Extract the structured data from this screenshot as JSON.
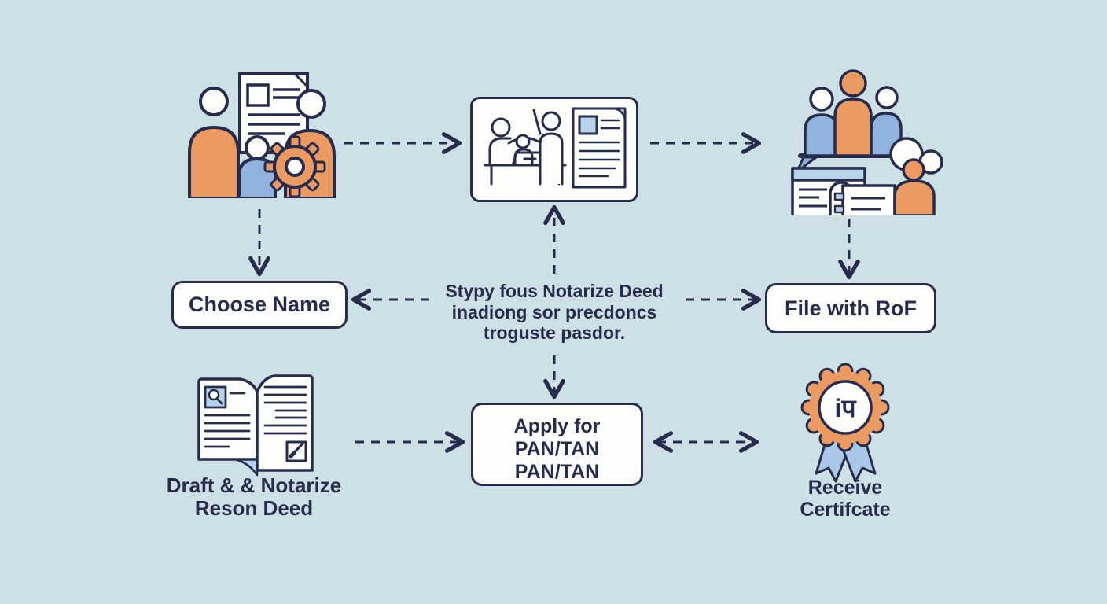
{
  "title": "Firm registration process flow diagram",
  "colors": {
    "background": "#cde0e5",
    "ink": "#272c4d",
    "orange": "#eb9b61",
    "person_blue": "#8fb3dd",
    "light_blue": "#b6d3ea",
    "ribbon_blue": "#a9c7e8",
    "box_white": "#fdfdfc"
  },
  "icons": {
    "step1": "partners-document-gear-icon",
    "step2": "meeting-notarize-document-icon",
    "step3": "team-filing-forms-icon",
    "step4": "open-deed-book-icon",
    "step5": "certificate-rosette-icon"
  },
  "nodes": {
    "choose_name": {
      "label": "Choose Name"
    },
    "file_with_rof": {
      "label": "File with RoF"
    },
    "apply_pan": {
      "line1": "Apply for PAN/TAN",
      "line2": "PAN/TAN"
    },
    "center_note": {
      "line1": "Stypy fous Notarize Deed",
      "line2": "inadiong sor precdoncs",
      "line3": "troguste pasdor."
    },
    "draft_deed": {
      "line1": "Draft & & Notarize",
      "line2": "Reson Deed"
    },
    "receive_certificate": {
      "line1": "Receive",
      "line2": "Certifcate"
    }
  },
  "badge": {
    "glyph": "iप"
  }
}
